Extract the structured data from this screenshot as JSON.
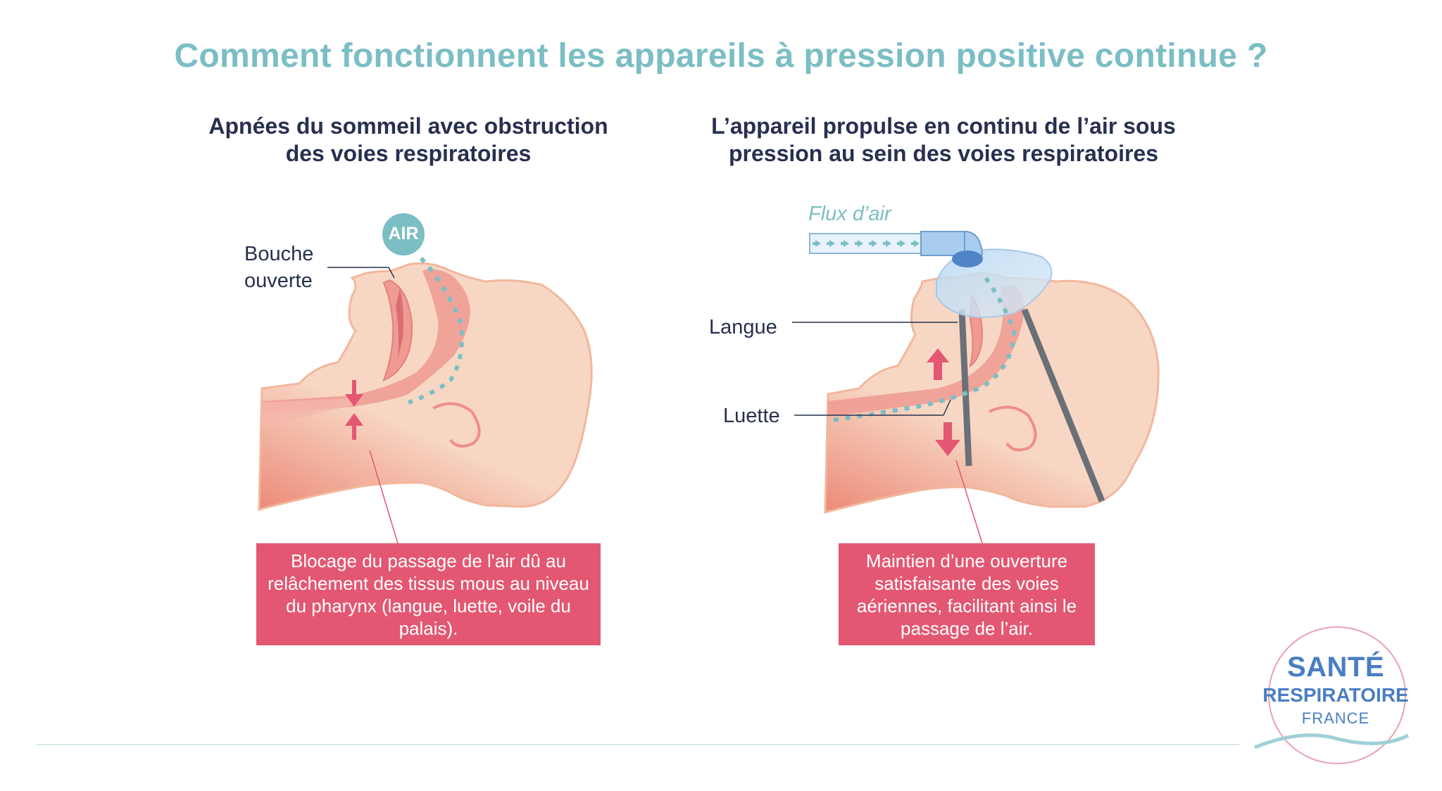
{
  "title": "Comment fonctionnent les appareils à pression positive continue ?",
  "left_panel": {
    "heading_line1": "Apnées du sommeil avec obstruction",
    "heading_line2": "des voies respiratoires",
    "air_badge": "AIR",
    "label_mouth_line1": "Bouche",
    "label_mouth_line2": "ouverte",
    "callout": "Blocage du passage de l'air dû au relâchement des tissus mous au niveau du pharynx (langue, luette, voile du palais)."
  },
  "right_panel": {
    "heading_line1": "L’appareil propulse en continu de l’air sous",
    "heading_line2": "pression au sein des voies respiratoires",
    "flux_label": "Flux d’air",
    "label_tongue": "Langue",
    "label_uvula": "Luette",
    "callout": "Maintien d’une ouverture satisfaisante des voies aériennes, facilitant ainsi le passage de l’air."
  },
  "logo": {
    "line1": "SANTÉ",
    "line2": "RESPIRATOIRE",
    "line3": "FRANCE"
  },
  "colors": {
    "title": "#7bbec4",
    "heading": "#27304f",
    "callout_bg": "#e35772",
    "skin": "#f7d7c4",
    "airway": "#ef9a92",
    "arrow": "#e35772",
    "air": "#7bbec4",
    "logo": "#4a7ec2"
  }
}
